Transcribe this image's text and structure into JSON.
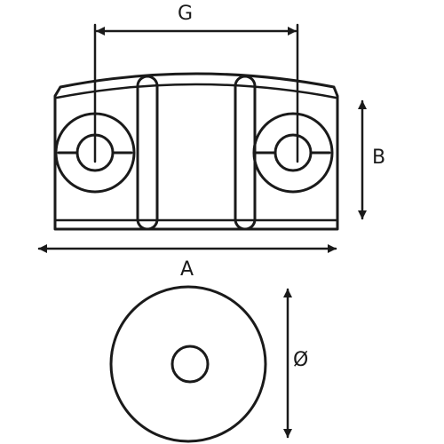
{
  "labels": {
    "g": "G",
    "b": "B",
    "a": "A",
    "diameter": "Ø"
  },
  "colors": {
    "line": "#1a1a1a",
    "fill": "#ffffff"
  }
}
